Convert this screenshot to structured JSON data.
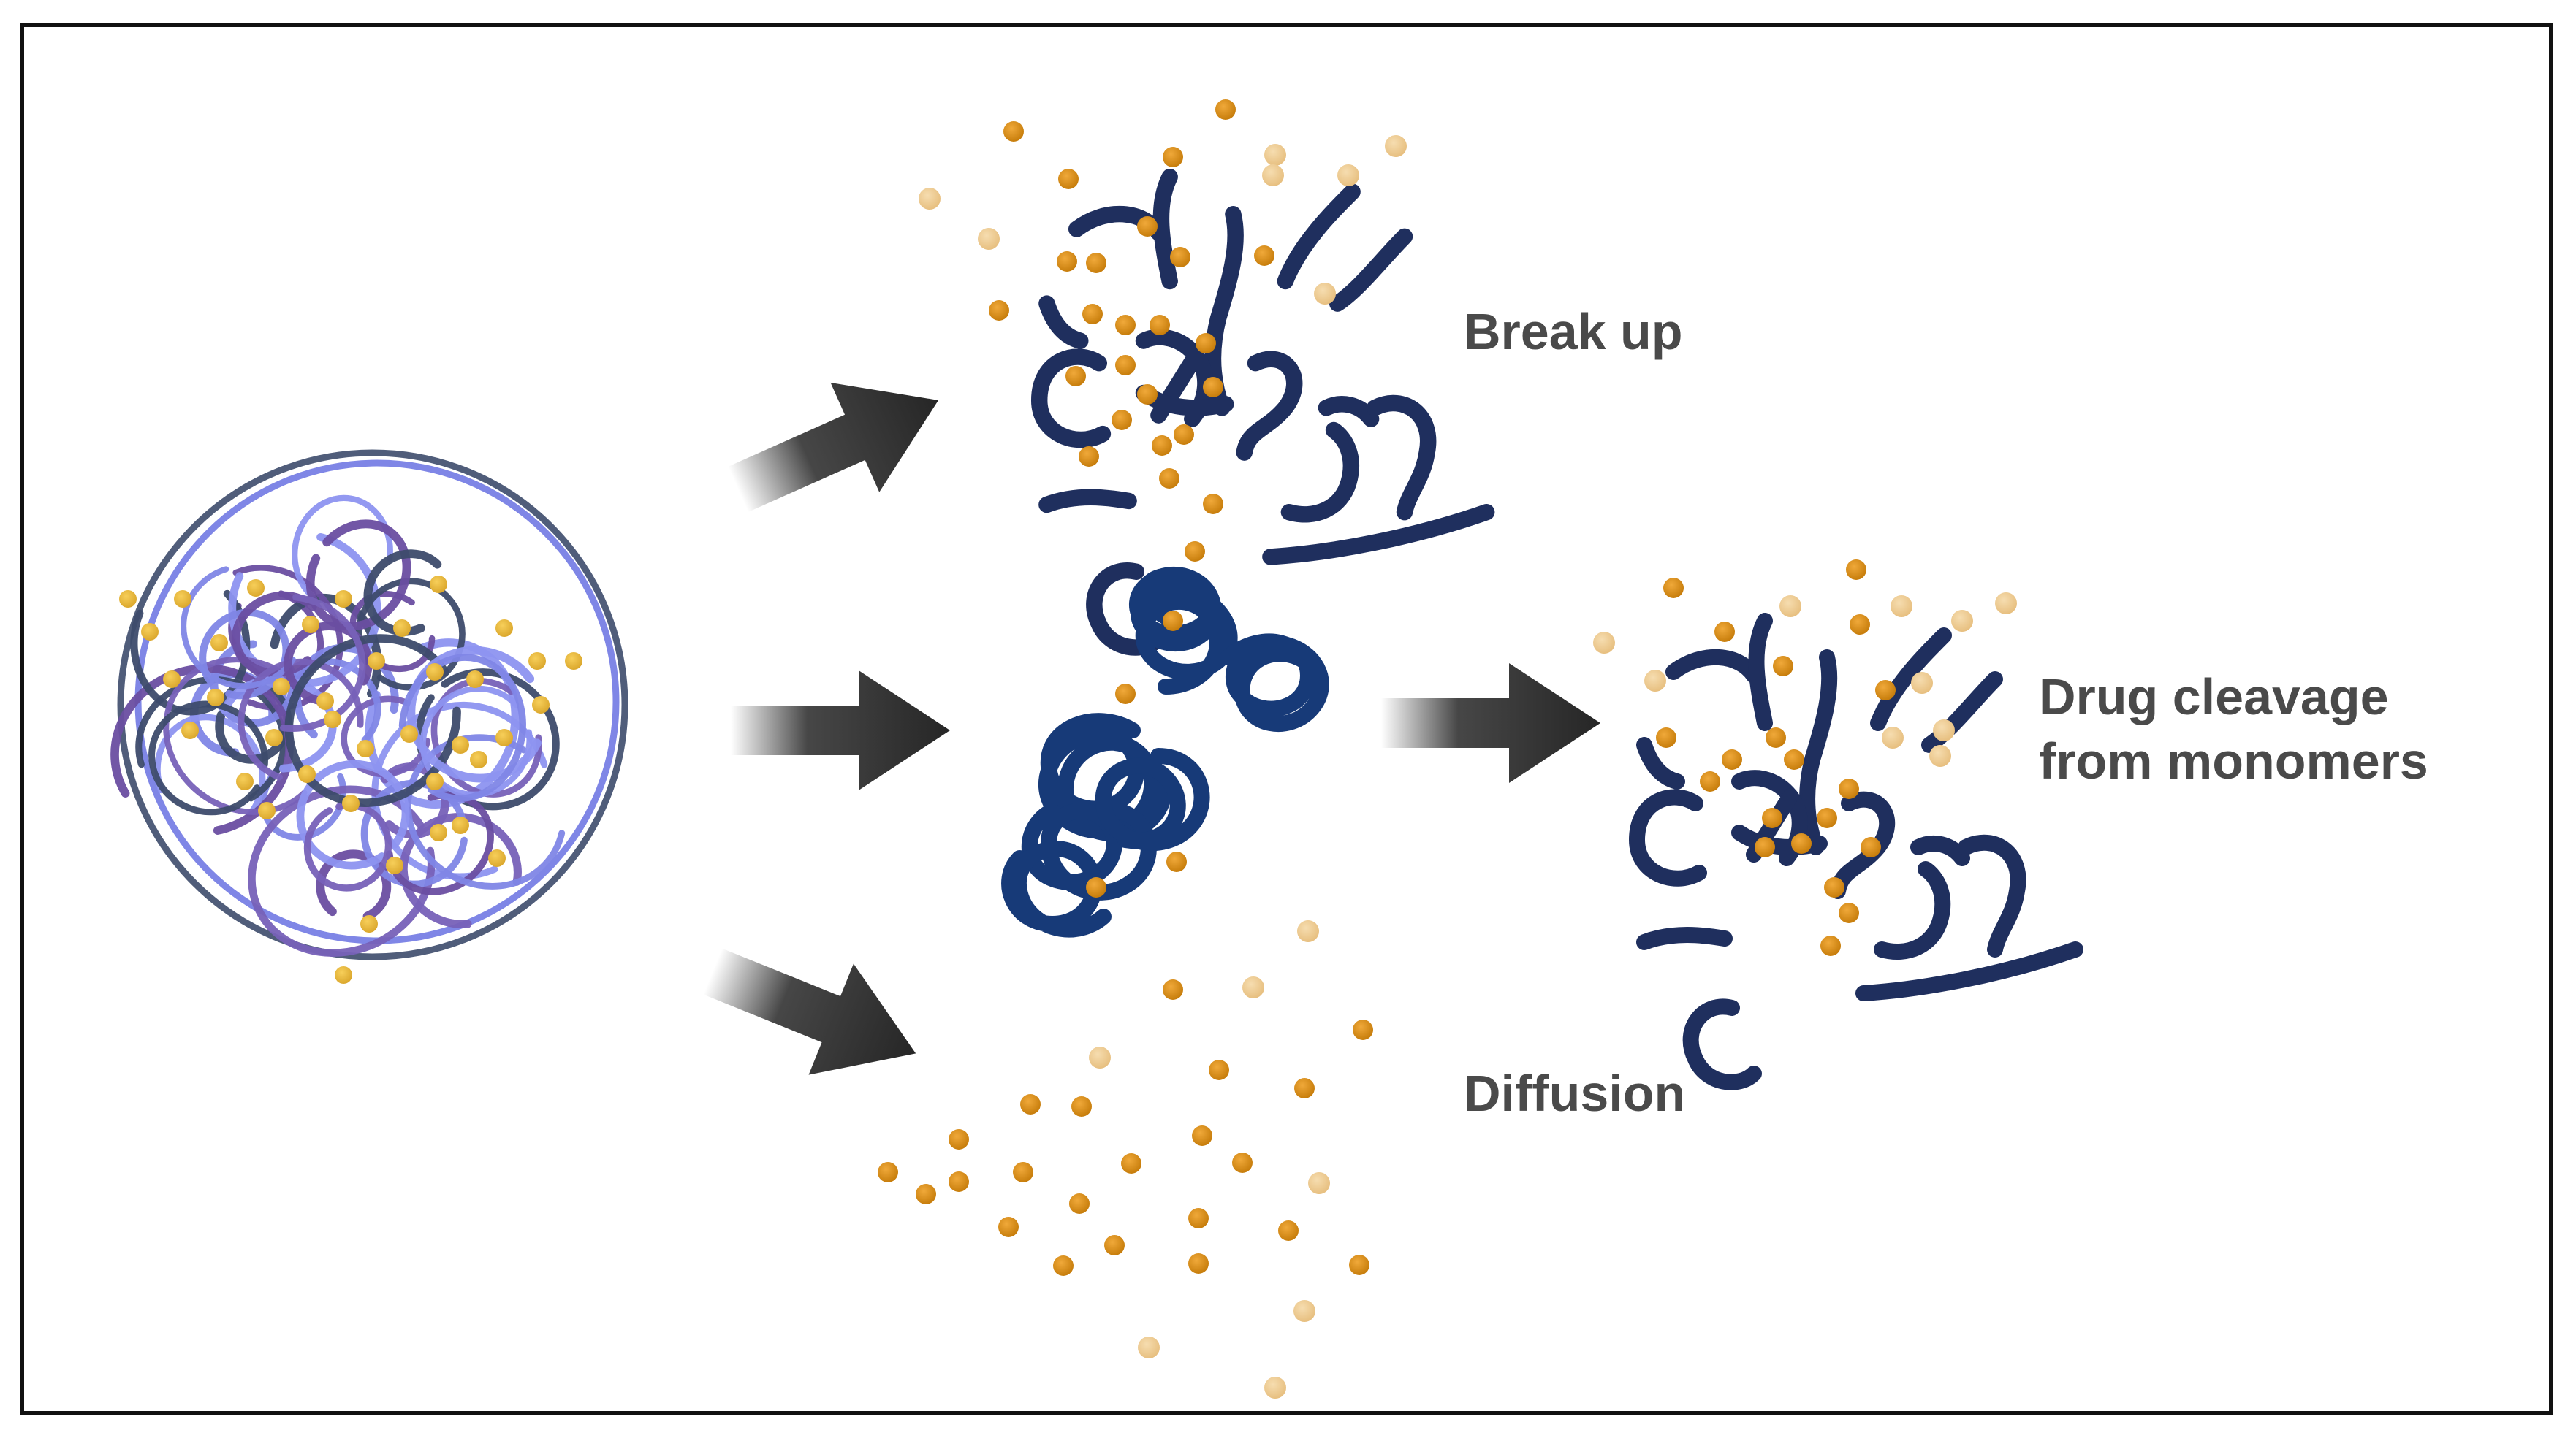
{
  "labels": {
    "break_up": "Break up",
    "drug_cleavage_line1": "Drug cleavage",
    "drug_cleavage_line2": "from monomers",
    "diffusion": "Diffusion"
  },
  "colors": {
    "background": "#ffffff",
    "frame": "#111111",
    "label_text": "#4a4a4a",
    "arrow": "#262626",
    "polymer_blue": "#7f86e6",
    "polymer_purple": "#6a4ea1",
    "polymer_slate": "#3d4b6b",
    "fragment_navy": "#1f2f5e",
    "coil_navy": "#173a78",
    "drug_orange": "#d98b12",
    "drug_light": "#efc98e"
  },
  "icons": [
    "polymer-nanoparticle-icon",
    "arrow-icon",
    "polymer-fragment-icon",
    "coiled-polymer-icon",
    "drug-molecule-icon"
  ]
}
